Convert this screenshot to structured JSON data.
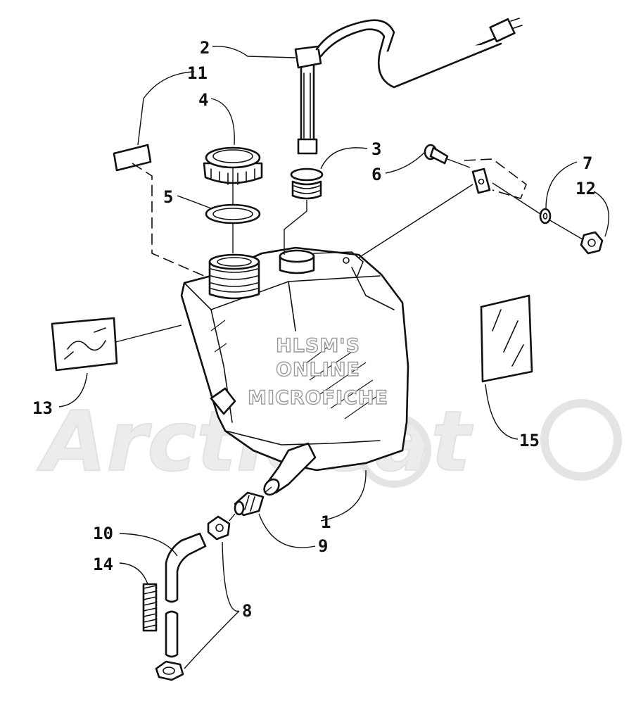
{
  "watermark": {
    "lines": [
      "HLSM'S",
      "ONLINE",
      "MICROFICHE"
    ],
    "logo": "Arctic Cat"
  },
  "callouts": [
    {
      "id": "1",
      "label": "1"
    },
    {
      "id": "2",
      "label": "2"
    },
    {
      "id": "3",
      "label": "3"
    },
    {
      "id": "4",
      "label": "4"
    },
    {
      "id": "5",
      "label": "5"
    },
    {
      "id": "6",
      "label": "6"
    },
    {
      "id": "7",
      "label": "7"
    },
    {
      "id": "8",
      "label": "8"
    },
    {
      "id": "9",
      "label": "9"
    },
    {
      "id": "10",
      "label": "10"
    },
    {
      "id": "11",
      "label": "11"
    },
    {
      "id": "12",
      "label": "12"
    },
    {
      "id": "13",
      "label": "13"
    },
    {
      "id": "14",
      "label": "14"
    },
    {
      "id": "15",
      "label": "15"
    }
  ]
}
